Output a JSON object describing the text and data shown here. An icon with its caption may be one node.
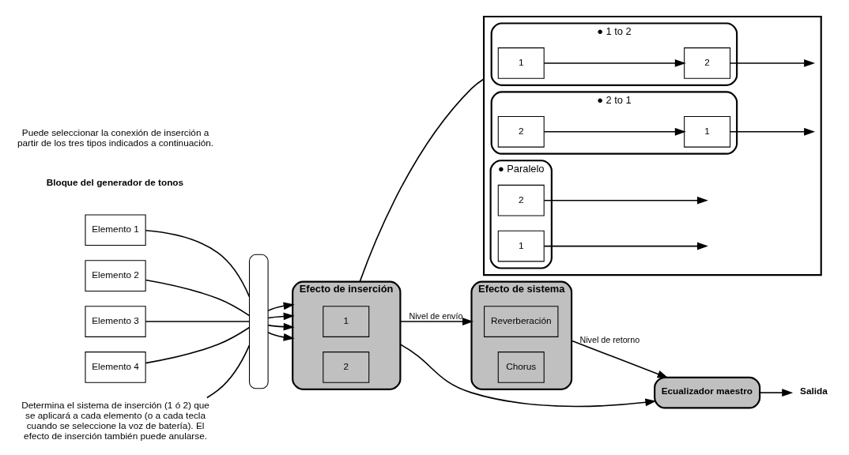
{
  "diagram": {
    "nodes": [
      {
        "text": [
          "Elemento 1"
        ]
      },
      {
        "text": [
          "Elemento 2"
        ]
      },
      {
        "text": [
          "Elemento 3"
        ]
      },
      {
        "text": [
          "Elemento 4"
        ]
      },
      {
        "text": [],
        "shape": "bar"
      },
      {
        "text": [
          "Efecto de inserción"
        ]
      },
      {
        "text": [
          "1"
        ],
        "in": 5
      },
      {
        "text": [
          "2"
        ],
        "in": 5
      },
      {
        "text": [
          "Efecto de sistema"
        ]
      },
      {
        "text": [
          "Reverberación"
        ],
        "in": 8
      },
      {
        "text": [
          "Chorus"
        ],
        "in": 8
      },
      {
        "text": [
          "Ecualizador maestro"
        ]
      },
      {
        "text": [
          "Salida"
        ]
      },
      {
        "text": [
          "Determina el sistema de inserción (1 ó 2) que se aplicará a cada elemento (o a cada tecla cuando se seleccione la voz de batería). El efecto de inserción también puede anularse."
        ]
      },
      {
        "text": [],
        "shape": "box"
      },
      {
        "text": [
          "● 1 to 2"
        ],
        "in": 14
      },
      {
        "text": [
          "1"
        ],
        "in": 15
      },
      {
        "text": [
          "2"
        ],
        "in": 15
      },
      {
        "text": [
          "● 2 to 1"
        ],
        "in": 14
      },
      {
        "text": [
          "1"
        ],
        "in": 18
      },
      {
        "text": [
          "2"
        ],
        "in": 18
      },
      {
        "text": [
          "● Paralelo"
        ],
        "in": 14
      },
      {
        "text": [
          "1"
        ],
        "in": 21
      },
      {
        "text": [
          "2"
        ],
        "in": 21
      }
    ],
    "edges": [
      {
        "from": 0,
        "to": 4,
        "arrow": "none"
      },
      {
        "from": 1,
        "to": 4,
        "arrow": "none"
      },
      {
        "from": 2,
        "to": 4,
        "arrow": "none"
      },
      {
        "from": 3,
        "to": 4,
        "arrow": "none"
      },
      {
        "from": 4,
        "to": 5,
        "arrow": "to"
      },
      {
        "from": 4,
        "to": 5,
        "arrow": "to"
      },
      {
        "from": 4,
        "to": 5,
        "arrow": "to"
      },
      {
        "from": 4,
        "to": 5,
        "arrow": "to"
      },
      {
        "from": 5,
        "to": 8,
        "arrow": "to",
        "label": "Nivel de envío"
      },
      {
        "from": 8,
        "to": 11,
        "arrow": "to",
        "label": "Nivel de retorno"
      },
      {
        "from": 5,
        "to": 11,
        "arrow": "to"
      },
      {
        "from": 11,
        "to": 12,
        "arrow": "to"
      },
      {
        "from": 13,
        "to": 4,
        "arrow": "none"
      },
      {
        "from": 5,
        "to": 14,
        "arrow": "none"
      },
      {
        "from": 16,
        "to": 17,
        "arrow": "to"
      },
      {
        "from": 17,
        "to": null,
        "arrow": "to"
      },
      {
        "from": 20,
        "to": 19,
        "arrow": "to"
      },
      {
        "from": 19,
        "to": null,
        "arrow": "to"
      },
      {
        "from": 22,
        "to": null,
        "arrow": "to"
      },
      {
        "from": 23,
        "to": null,
        "arrow": "to"
      }
    ],
    "labels": [
      "Bloque del generador de tonos",
      "Puede seleccionar la conexión de inserción a partir de los tres tipos indicados a continuación."
    ]
  }
}
